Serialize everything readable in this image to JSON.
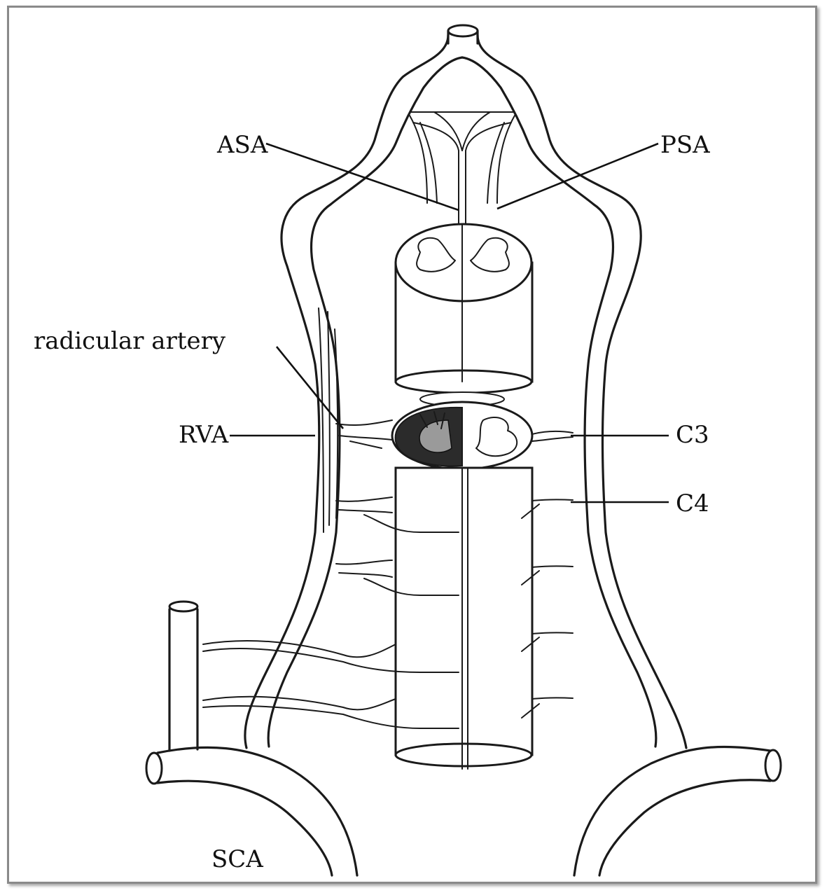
{
  "labels": {
    "asa": "ASA",
    "psa": "PSA",
    "radicular": "radicular artery",
    "rva": "RVA",
    "c3": "C3",
    "c4": "C4",
    "sca": "SCA"
  },
  "colors": {
    "line": "#1a1a1a",
    "frame": "#8a8a8a",
    "dark_matter": "#2b2b2b",
    "background": "#ffffff"
  }
}
